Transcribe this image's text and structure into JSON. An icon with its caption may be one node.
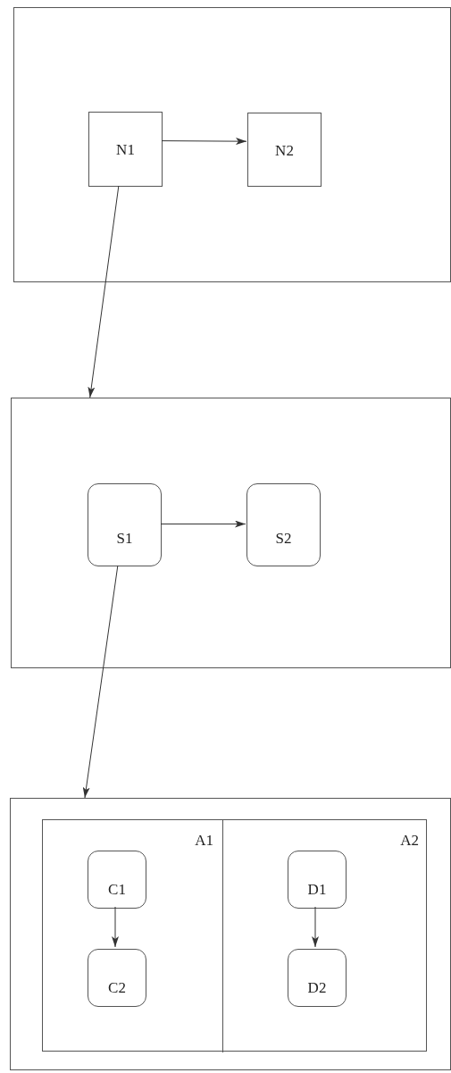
{
  "diagram": {
    "nodes": [
      {
        "text": [],
        "shape": "box"
      },
      {
        "text": [
          "N1"
        ],
        "in": 0
      },
      {
        "text": [
          "N2"
        ],
        "in": 0
      },
      {
        "text": [],
        "shape": "box"
      },
      {
        "text": [
          "S1"
        ],
        "in": 3
      },
      {
        "text": [
          "S2"
        ],
        "in": 3
      },
      {
        "text": [],
        "shape": "box"
      },
      {
        "text": [],
        "shape": "box",
        "in": 6
      },
      {
        "text": [
          "A1"
        ],
        "in": 7
      },
      {
        "text": [
          "A2"
        ],
        "in": 7
      },
      {
        "text": [
          "C1"
        ],
        "in": 8
      },
      {
        "text": [
          "C2"
        ],
        "in": 8
      },
      {
        "text": [
          "D1"
        ],
        "in": 9
      },
      {
        "text": [
          "D2"
        ],
        "in": 9
      }
    ],
    "edges": [
      {
        "from": 1,
        "to": 2,
        "arrow": "to"
      },
      {
        "from": 1,
        "to": 3,
        "arrow": "to"
      },
      {
        "from": 4,
        "to": 5,
        "arrow": "to"
      },
      {
        "from": 4,
        "to": 6,
        "arrow": "to"
      },
      {
        "from": 10,
        "to": 11,
        "arrow": "to"
      },
      {
        "from": 12,
        "to": 13,
        "arrow": "to"
      }
    ]
  }
}
